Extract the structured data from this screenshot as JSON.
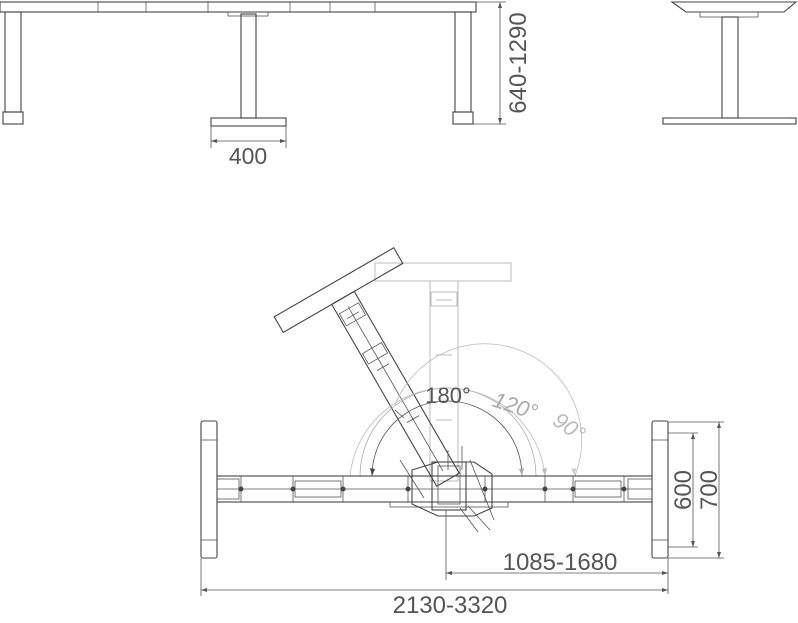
{
  "dimensions": {
    "height_range": "640-1290",
    "foot_width": "400",
    "frame_width_range": "2130-3320",
    "side_width_range": "1085-1680",
    "depth_600": "600",
    "depth_700": "700"
  },
  "angles": {
    "a180": "180°",
    "a120": "120°",
    "a90": "90°"
  },
  "colors": {
    "stroke": "#444444",
    "ghost": "#bbbbbb",
    "angle_ghost": "#aaaaaa",
    "text": "#555555"
  }
}
